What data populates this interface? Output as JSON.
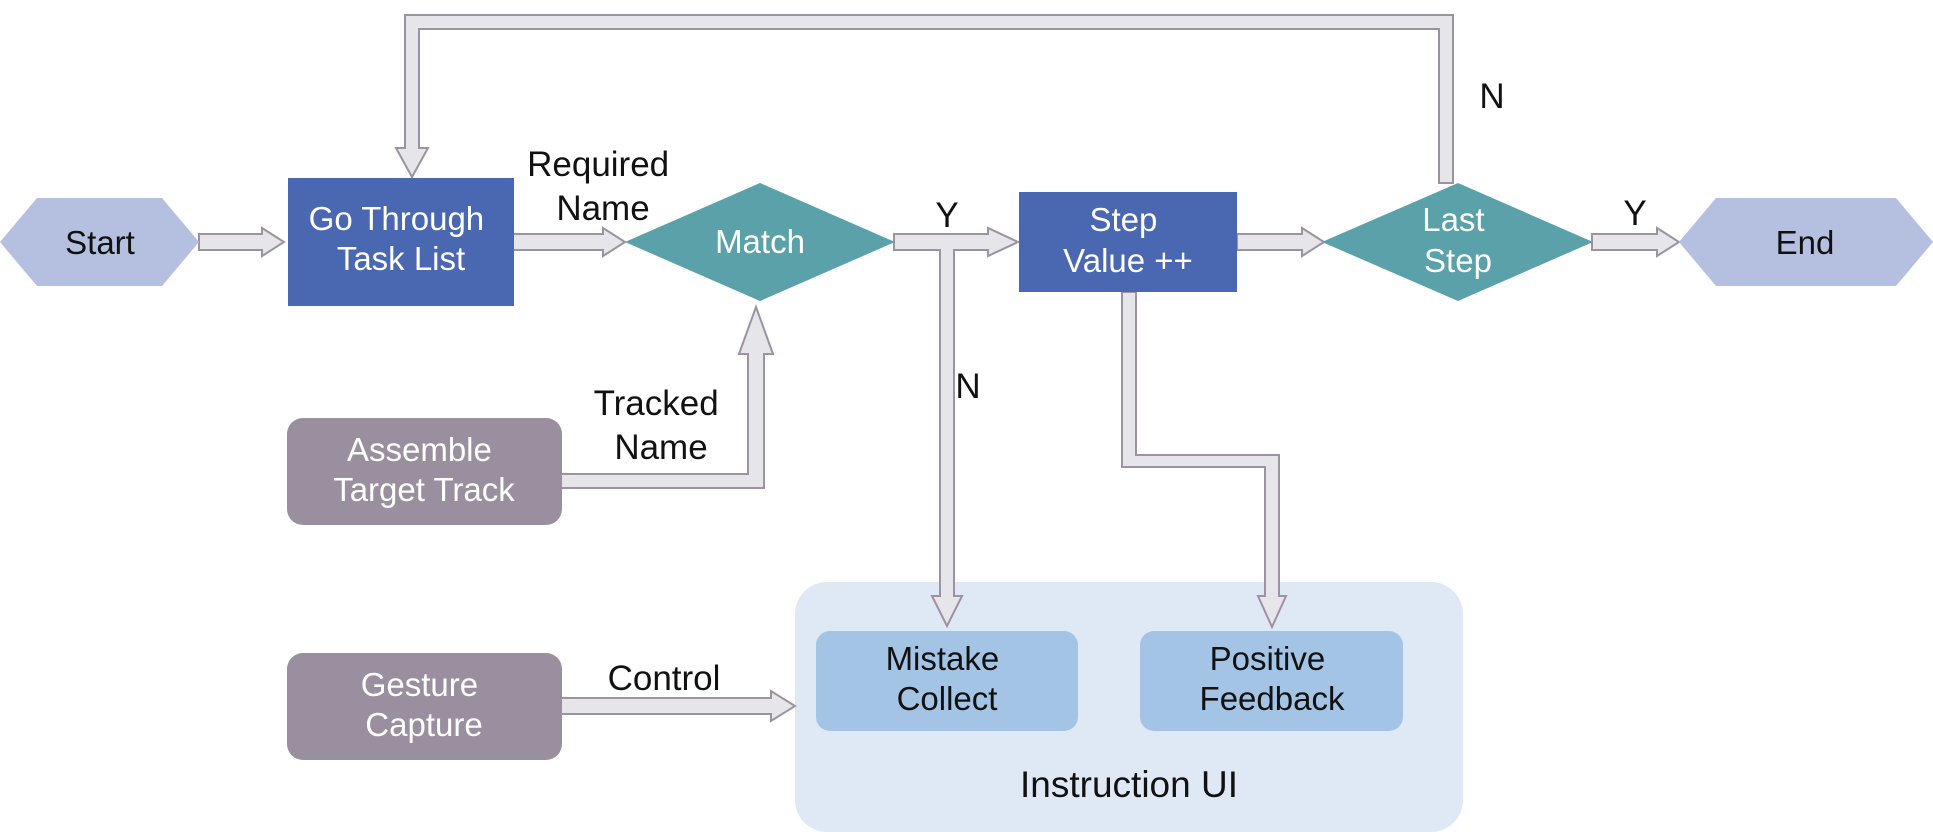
{
  "colors": {
    "terminal_fill": "#b5bfe0",
    "process_fill": "#4a67b1",
    "decision_fill": "#5aa1a9",
    "input_fill": "#9a8f9f",
    "group_fill": "#dfe9f5",
    "ui_box_fill": "#a3c4e4",
    "arrow_fill": "#e6e6ea",
    "arrow_stroke": "#9c92a2"
  },
  "nodes": {
    "start": {
      "lines": [
        "Start"
      ]
    },
    "task_list": {
      "lines": [
        "Go Through",
        "Task List"
      ]
    },
    "match": {
      "lines": [
        "Match"
      ]
    },
    "step_value": {
      "lines": [
        "Step",
        "Value ++"
      ]
    },
    "last_step": {
      "lines": [
        "Last",
        "Step"
      ]
    },
    "end": {
      "lines": [
        "End"
      ]
    },
    "assemble": {
      "lines": [
        "Assemble",
        "Target Track"
      ]
    },
    "gesture": {
      "lines": [
        "Gesture",
        "Capture"
      ]
    },
    "mistake": {
      "lines": [
        "Mistake",
        "Collect"
      ]
    },
    "feedback": {
      "lines": [
        "Positive",
        "Feedback"
      ]
    },
    "instruction_ui": {
      "label": "Instruction UI"
    }
  },
  "edge_labels": {
    "required_name": [
      "Required",
      "Name"
    ],
    "tracked_name": [
      "Tracked",
      "Name"
    ],
    "control": "Control",
    "match_yes": "Y",
    "match_no": "N",
    "last_yes": "Y",
    "last_no": "N"
  }
}
